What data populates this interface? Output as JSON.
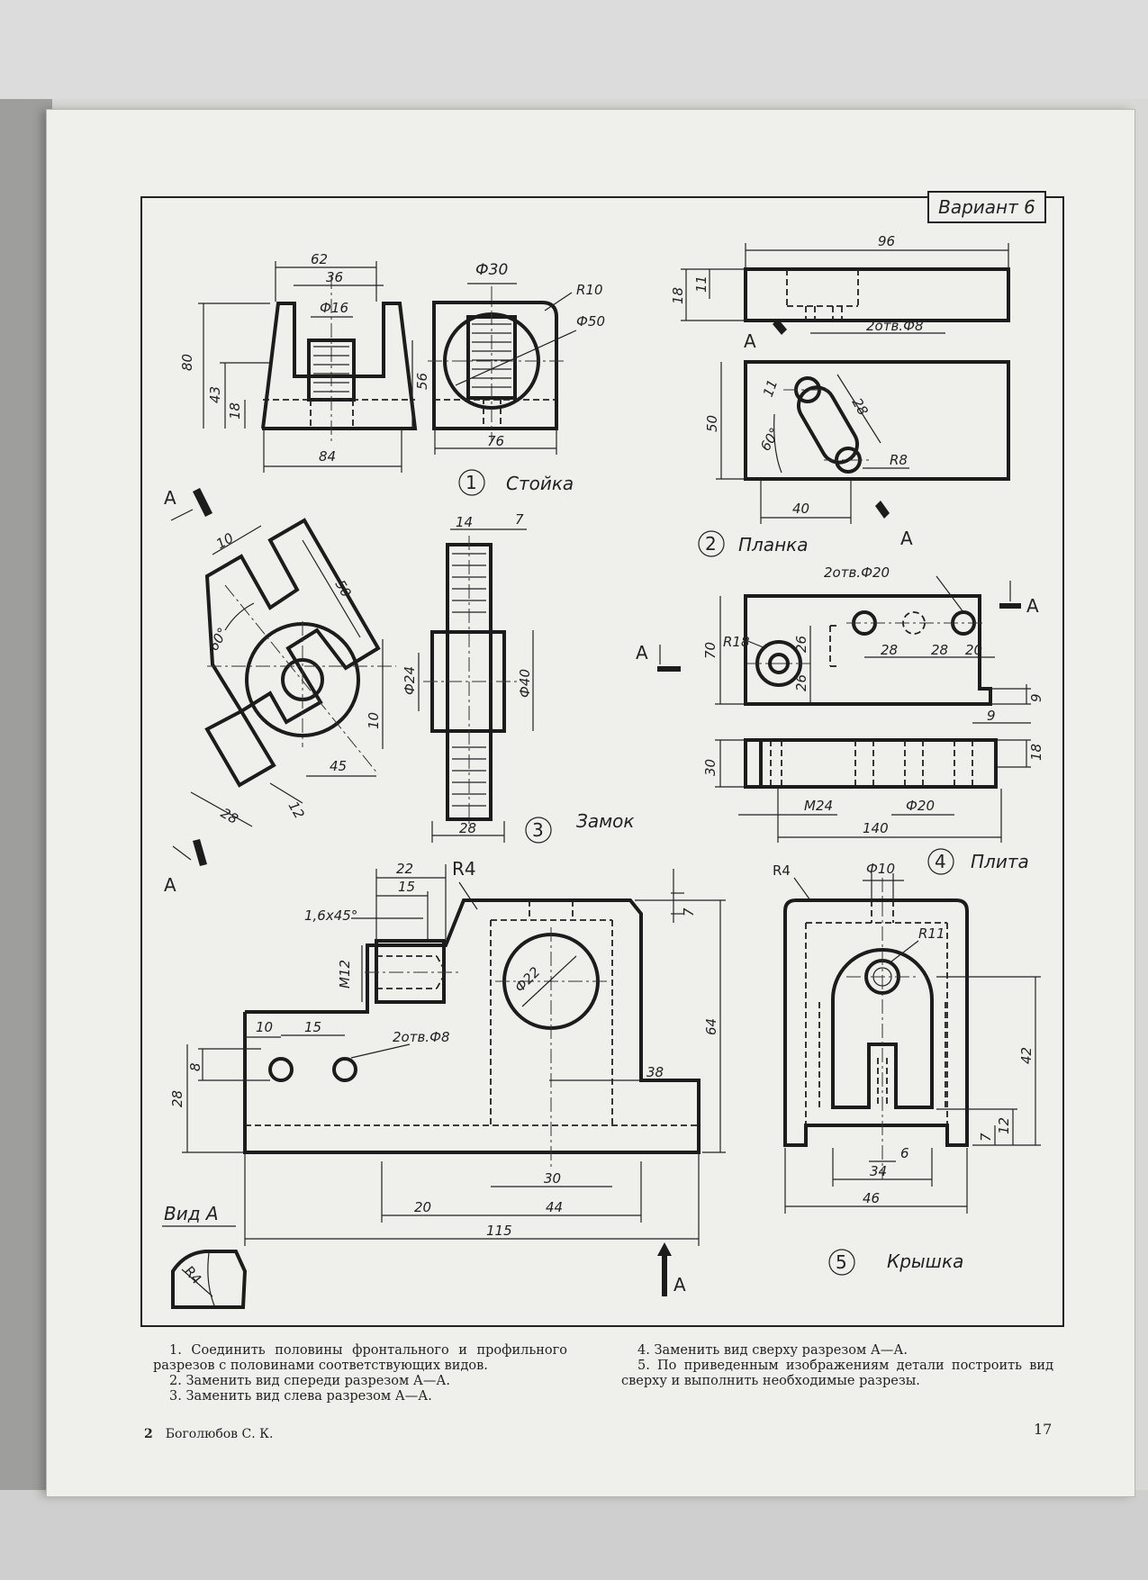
{
  "variant": "Вариант 6",
  "parts": [
    {
      "number": "1",
      "name": "Стойка"
    },
    {
      "number": "2",
      "name": "Планка"
    },
    {
      "number": "3",
      "name": "Замок"
    },
    {
      "number": "4",
      "name": "Плита"
    },
    {
      "number": "5",
      "name": "Крышка"
    }
  ],
  "dimensions": {
    "stoika": [
      "62",
      "36",
      "Ф16",
      "80",
      "43",
      "18",
      "56",
      "84",
      "Ф30",
      "R10",
      "Ф50",
      "76"
    ],
    "planka": [
      "96",
      "18",
      "11",
      "2отв.Ф8",
      "50",
      "11",
      "28",
      "60°",
      "R8",
      "40"
    ],
    "zamok": [
      "10",
      "50",
      "60°",
      "45",
      "10",
      "28",
      "12",
      "14",
      "7",
      "Ф24",
      "Ф40",
      "28"
    ],
    "plita": [
      "2отв.Ф20",
      "R18",
      "70",
      "26",
      "26",
      "28",
      "28",
      "20",
      "9",
      "9",
      "30",
      "18",
      "М24",
      "Ф20",
      "140"
    ],
    "main_part": [
      "22",
      "15",
      "1,6х45°",
      "R4",
      "М12",
      "Ф22",
      "7",
      "64",
      "10",
      "15",
      "2отв.Ф8",
      "8",
      "28",
      "38",
      "30",
      "20",
      "44",
      "115"
    ],
    "kryshka": [
      "R4",
      "Ф10",
      "R11",
      "42",
      "12",
      "7",
      "6",
      "34",
      "46"
    ],
    "detail": [
      "R4"
    ]
  },
  "section_letter": "A",
  "view_label": "Вид А",
  "instructions_left": [
    "1. Соединить половины фронтального и профильного разрезов с половинами соответствующих видов.",
    "2. Заменить вид спереди разрезом А—А.",
    "3. Заменить вид слева разрезом А—А."
  ],
  "instructions_right": [
    "4. Заменить вид сверху разрезом А—А.",
    "5. По приведенным изображениям детали построить вид сверху и выполнить необходимые разрезы."
  ],
  "footer_left_number": "2",
  "footer_author": "Боголюбов С. К.",
  "page_number": "17"
}
